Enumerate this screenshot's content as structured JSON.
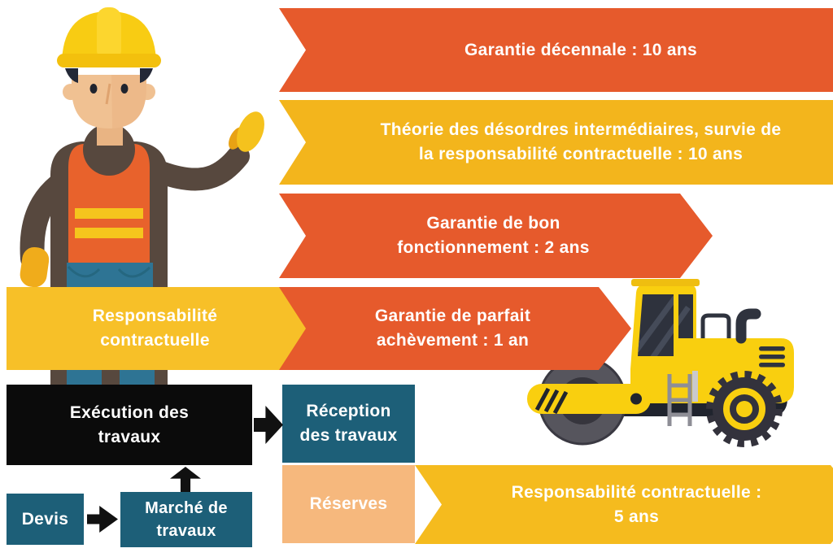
{
  "timeline": {
    "garantie_decennale": "Garantie décennale : 10 ans",
    "theorie_desordres": "Théorie des désordres intermédiaires, survie de\nla responsabilité contractuelle : 10 ans",
    "bon_fonctionnement": "Garantie de bon\nfonctionnement : 2 ans",
    "parfait_achevement": "Garantie de parfait\nachèvement : 1 an",
    "responsabilite_contractuelle": "Responsabilité\ncontractuelle",
    "responsabilite_contractuelle_5ans": "Responsabilité contractuelle :\n5 ans"
  },
  "process": {
    "devis": "Devis",
    "marche_travaux": "Marché de\ntravaux",
    "execution_travaux": "Exécution des\ntravaux",
    "reception_travaux": "Réception\ndes travaux",
    "reserves": "Réserves"
  },
  "illustrations": {
    "worker": "construction-worker-illustration",
    "steamroller": "steamroller-illustration"
  },
  "colors": {
    "orange": "#E65A2C",
    "banner_yellow": "#F3B51C",
    "arrow_gold": "#F7C028",
    "arrow_yellow": "#F5BB1E",
    "teal": "#1D5F78",
    "peach": "#F6B87D",
    "black": "#0B0B0B",
    "machine_yellow": "#F9CF0F"
  }
}
